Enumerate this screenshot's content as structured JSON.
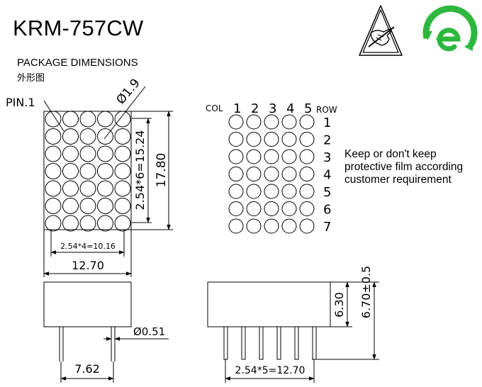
{
  "header": {
    "title": "KRM-757CW",
    "section_title": "PACKAGE DIMENSIONS",
    "section_title_cn": "外形图"
  },
  "icons": {
    "esd": "esd-warning-icon",
    "rohs": "rohs-e-icon",
    "rohs_color": "#2db83d"
  },
  "front_view": {
    "pin1_label": "PIN.1",
    "dot_diameter": "Ø1.9",
    "col_pitch": "2.54*4=10.16",
    "width": "12.70",
    "row_pitch": "2.54*6=15.24",
    "height": "17.80",
    "columns": 5,
    "rows": 7
  },
  "matrix_view": {
    "col_label": "COL",
    "row_label": "ROW",
    "col_numbers": [
      "1",
      "2",
      "3",
      "4",
      "5"
    ],
    "row_numbers": [
      "1",
      "2",
      "3",
      "4",
      "5",
      "6",
      "7"
    ]
  },
  "note": {
    "lines": [
      "Keep or don't keep",
      "protective film according",
      "customer requirement"
    ]
  },
  "side_view": {
    "pin_diameter": "Ø0.51",
    "pin_spacing": "7.62"
  },
  "bottom_view": {
    "body_height": "6.30",
    "total_height": "6.70±0.5",
    "pin_pitch": "2.54*5=12.70",
    "pin_count": 6
  }
}
